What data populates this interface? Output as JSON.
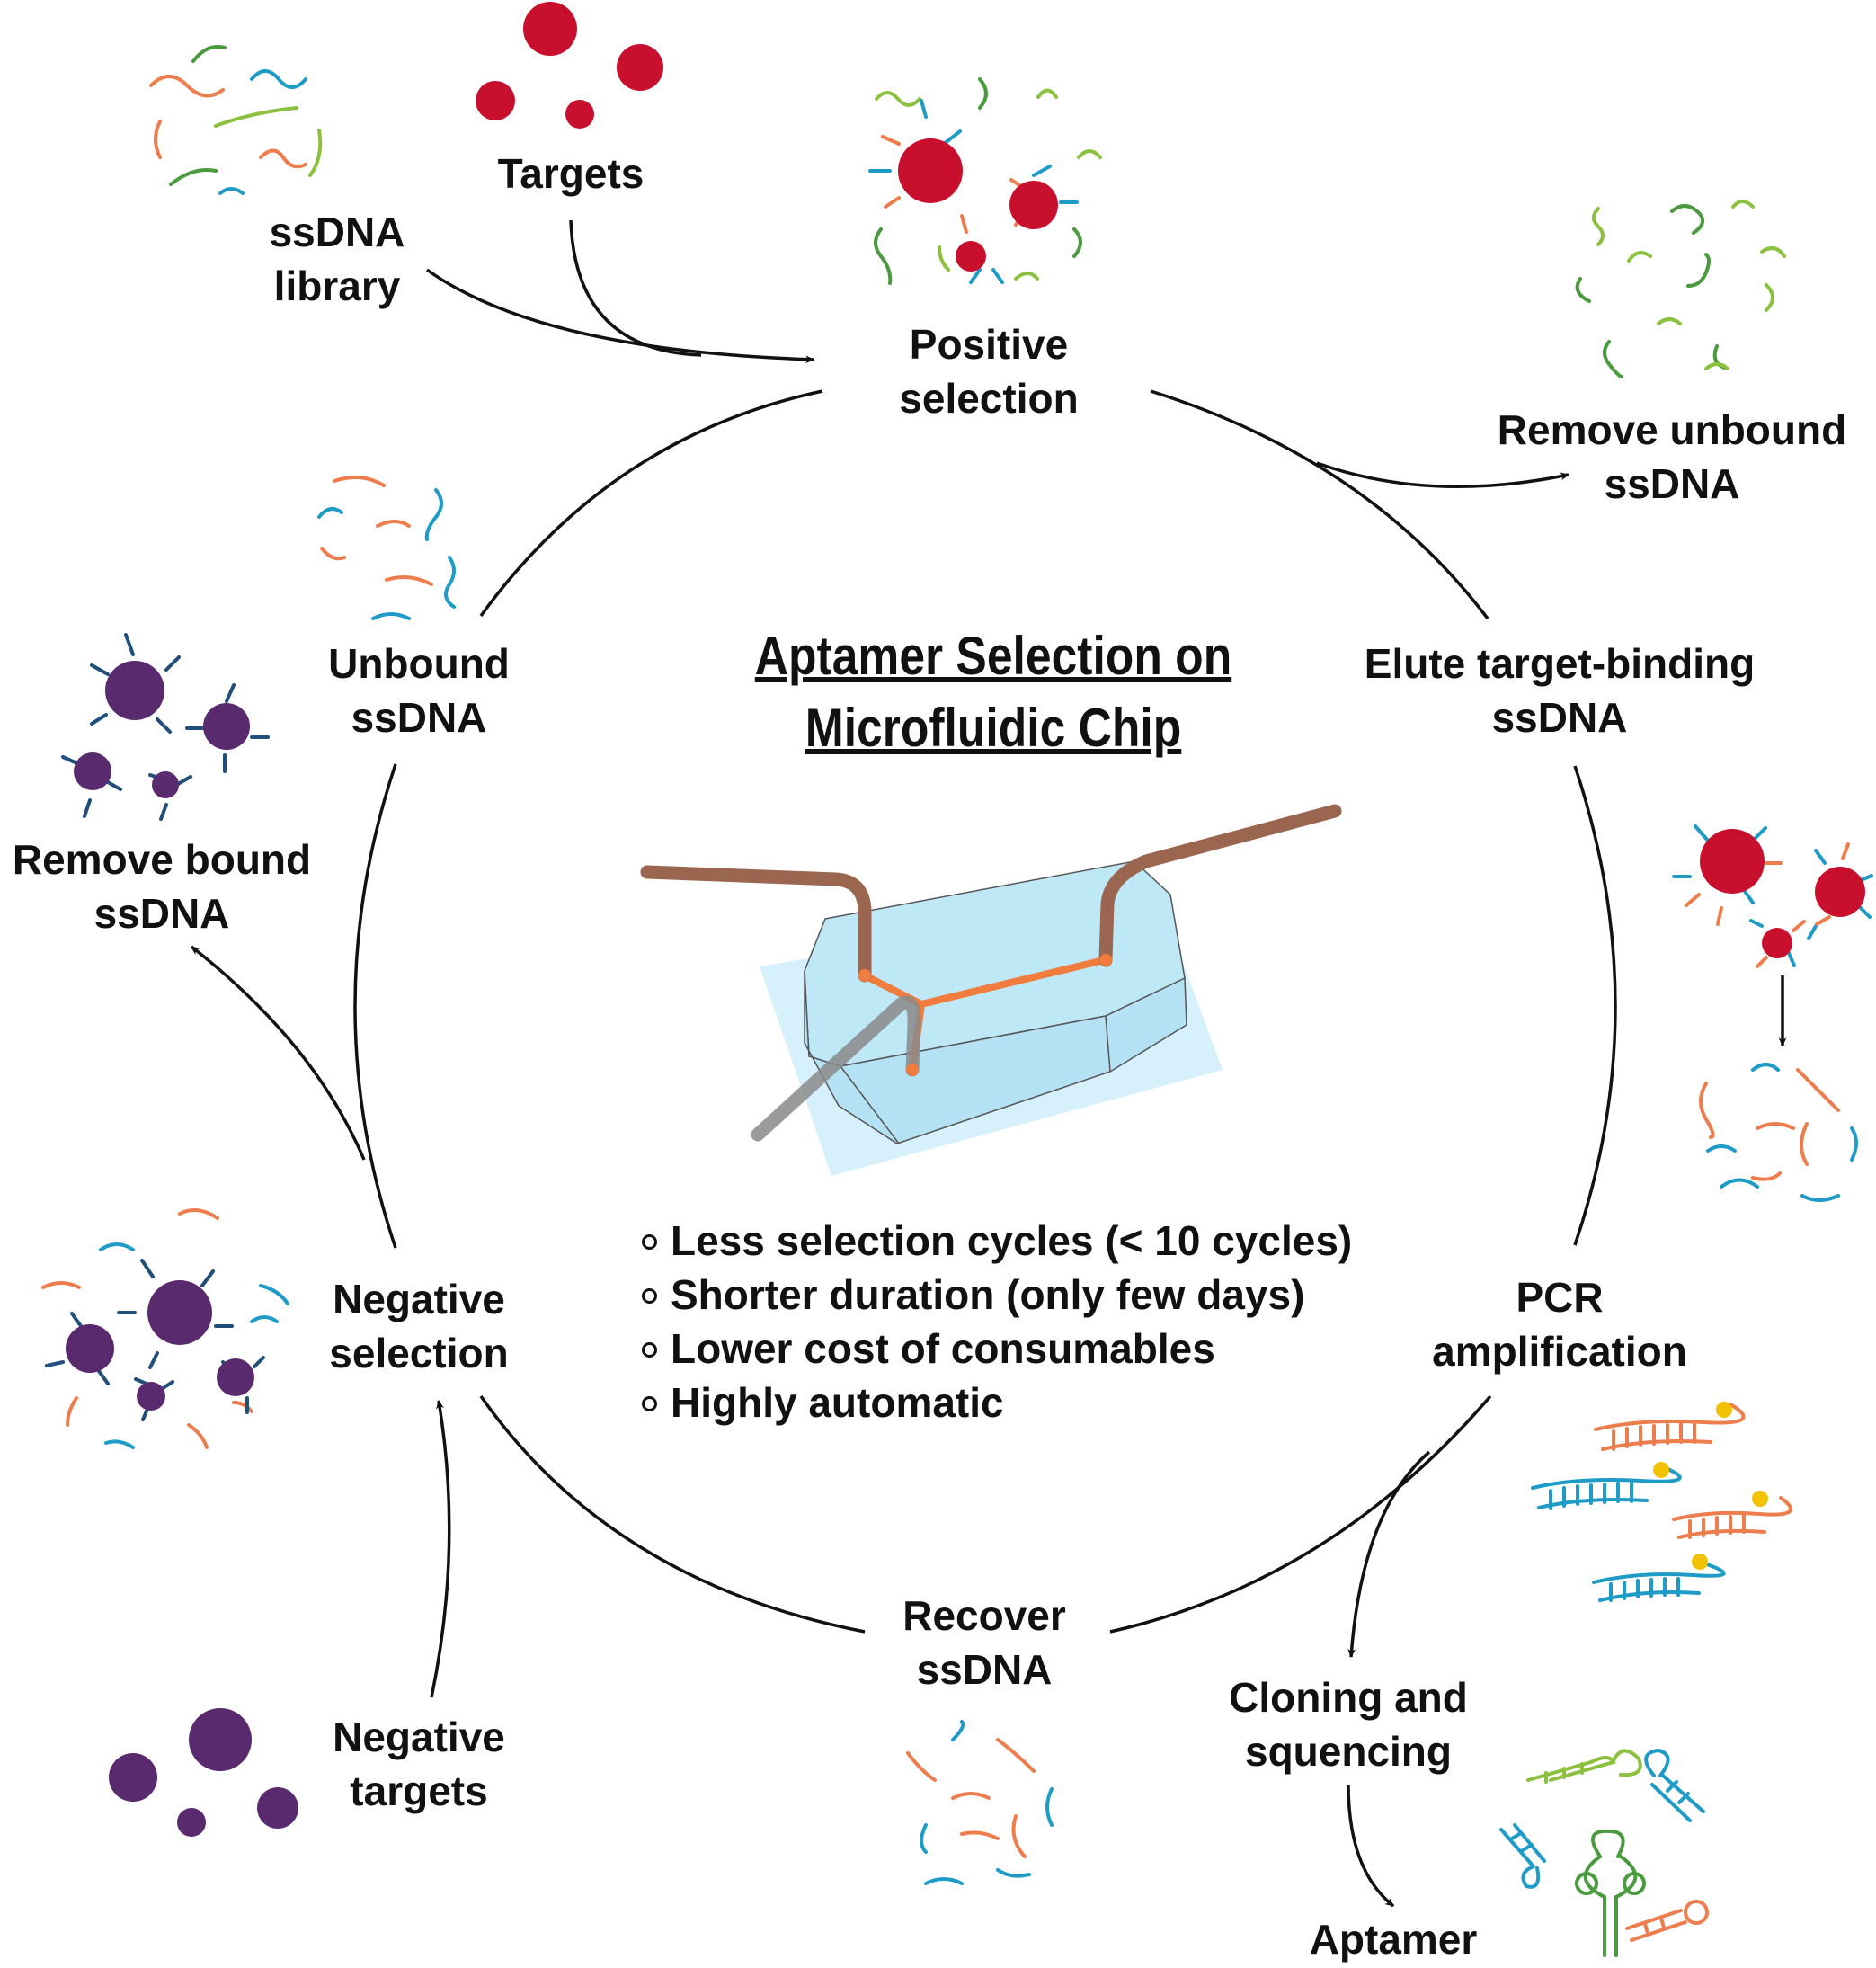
{
  "title": {
    "line1": "Aptamer Selection on",
    "line2": "Microfluidic Chip"
  },
  "steps": {
    "positive_selection": [
      "Positive",
      "selection"
    ],
    "elute": [
      "Elute target-binding",
      "ssDNA"
    ],
    "pcr": [
      "PCR",
      "amplification"
    ],
    "recover": [
      "Recover",
      "ssDNA"
    ],
    "negative_selection": [
      "Negative",
      "selection"
    ],
    "unbound": [
      "Unbound",
      "ssDNA"
    ]
  },
  "inputs": {
    "ssdna_library": [
      "ssDNA",
      "library"
    ],
    "targets": "Targets",
    "negative_targets": [
      "Negative",
      "targets"
    ]
  },
  "outputs": {
    "remove_unbound": [
      "Remove unbound",
      "ssDNA"
    ],
    "remove_bound": [
      "Remove bound",
      "ssDNA"
    ],
    "cloning": [
      "Cloning and",
      "squencing"
    ],
    "aptamer": "Aptamer"
  },
  "advantages": [
    "Less selection cycles (< 10 cycles)",
    "Shorter duration (only few days)",
    "Lower cost of consumables",
    "Highly automatic"
  ],
  "colors": {
    "target_red": "#c8102e",
    "negative_purple": "#5a2a6e",
    "strand_orange": "#ee7d4e",
    "strand_blue": "#1f9bc8",
    "strand_green": "#4a9a3e",
    "strand_lime": "#8cc13f",
    "chip_body": "#bfe8f7",
    "chip_channel": "#f07d3e",
    "tube_brown": "#9a6650",
    "tube_gray": "#8a8a8a",
    "dye_yellow": "#f2c200"
  },
  "icons": {
    "cycle_arrows": "cycle-arrow",
    "chip": "microfluidic-chip-icon",
    "targets": "target-bead-icon",
    "strands": "ssdna-strand-icon"
  }
}
